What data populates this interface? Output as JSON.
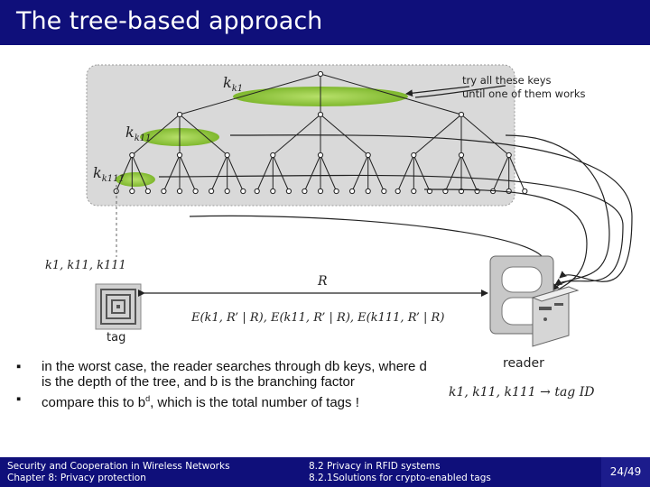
{
  "title": "The tree-based approach",
  "tree_labels": {
    "k1": "k1",
    "k11": "k11",
    "k111": "k111"
  },
  "annotation": {
    "line1": "try all these keys",
    "line2": "until one of them works"
  },
  "tag": {
    "keys": "k1, k11, k111",
    "label": "tag"
  },
  "message": {
    "challenge": "R",
    "response": "E(k1, R’ | R), E(k11, R’ | R), E(k111, R’ | R)"
  },
  "reader": {
    "label": "reader",
    "result": "k1, k11, k111 → tag ID"
  },
  "bullets": [
    {
      "text": "in the worst case, the reader searches through db keys, where d is the depth of the tree, and b is the branching factor"
    },
    {
      "text_before": "compare this to  b",
      "sup": "d",
      "text_after": ", which is the total number of tags !"
    }
  ],
  "footer": {
    "left_line1": "Security and Cooperation in Wireless Networks",
    "left_line2": "Chapter 8: Privacy protection",
    "mid_line1": "8.2 Privacy in RFID systems",
    "mid_line2": "8.2.1Solutions for crypto-enabled tags",
    "page": "24/49"
  },
  "colors": {
    "header_bg": "#0f0f7a",
    "tree_box": "#d9d9d9",
    "green": "#8dc63f"
  }
}
